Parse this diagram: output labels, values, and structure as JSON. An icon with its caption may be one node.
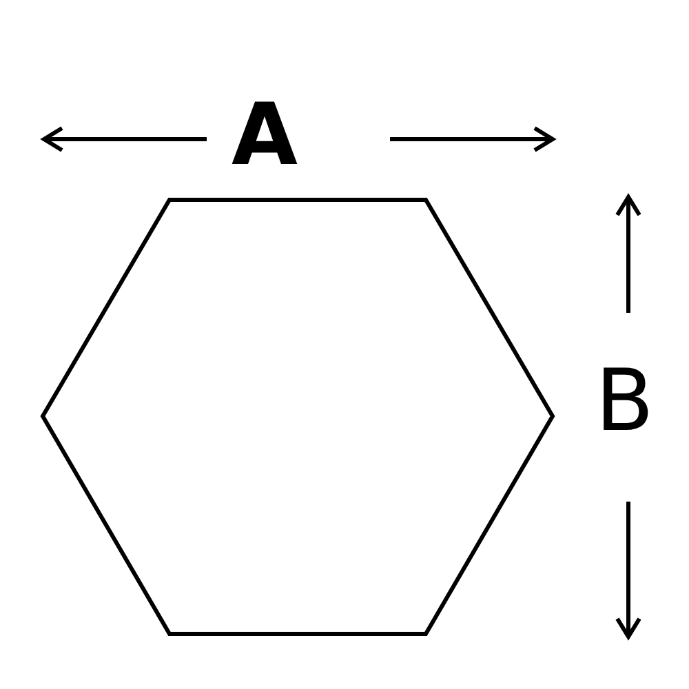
{
  "diagram": {
    "nodes": [
      {
        "text": [],
        "shape": "hexagon"
      }
    ],
    "labels": [
      "A",
      "B"
    ]
  }
}
